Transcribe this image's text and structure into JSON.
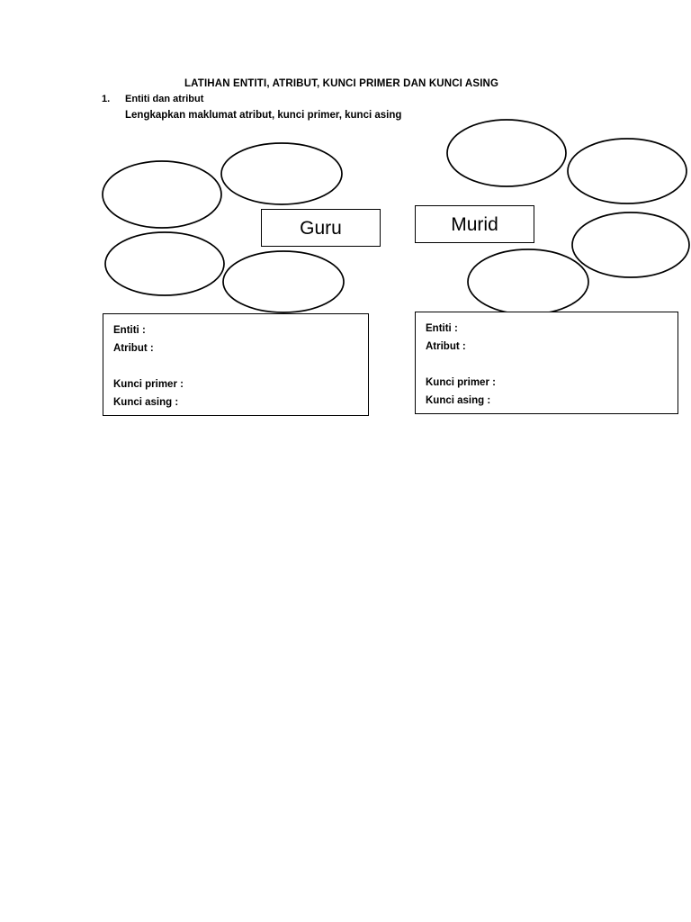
{
  "document": {
    "title": "LATIHAN ENTITI, ATRIBUT, KUNCI PRIMER DAN KUNCI ASING",
    "item_number": "1.",
    "item_line_1": "Entiti dan atribut",
    "item_line_2": "Lengkapkan maklumat atribut, kunci primer, kunci asing"
  },
  "diagram": {
    "entities": [
      {
        "name": "Guru"
      },
      {
        "name": "Murid"
      }
    ],
    "guru_attribute_ellipses": 4,
    "murid_attribute_ellipses": 4
  },
  "detail_boxes": [
    {
      "entity": "Guru",
      "line_1": "Entiti :",
      "line_2": "Atribut :",
      "line_3": "Kunci primer :",
      "line_4": "Kunci asing :"
    },
    {
      "entity": "Murid",
      "line_1": "Entiti :",
      "line_2": "Atribut :",
      "line_3": "Kunci primer :",
      "line_4": "Kunci asing :"
    }
  ],
  "colors": {
    "page_background": "#ffffff",
    "ink": "#000000",
    "shape_stroke": "#000000"
  }
}
